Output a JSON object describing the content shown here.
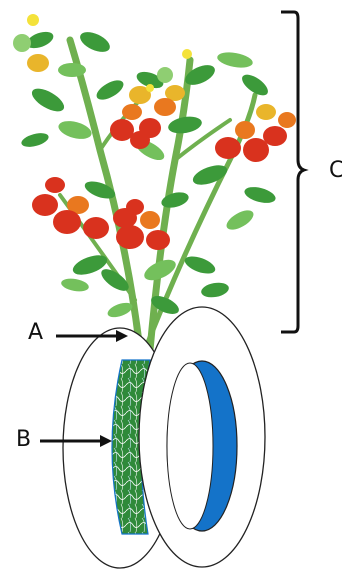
{
  "labels": {
    "a": "A",
    "b": "B",
    "c": "C"
  },
  "colors": {
    "leaf": "#3c9a3a",
    "leaf_light": "#74c05c",
    "stem": "#6fb04f",
    "tomato_red": "#d9321e",
    "tomato_orange": "#e9781f",
    "tomato_yellow": "#e9b52b",
    "flower": "#f4e23a",
    "pot_blue": "#1473c9",
    "outline": "#222222"
  }
}
